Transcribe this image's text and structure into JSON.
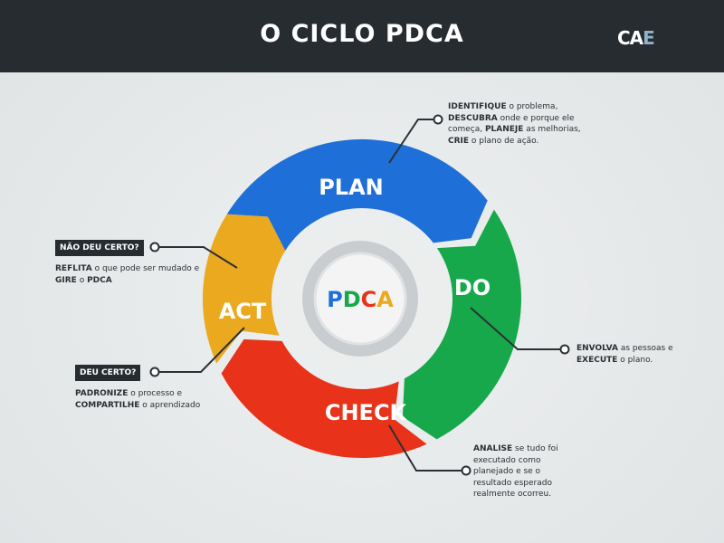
{
  "header": {
    "title": "O CICLO PDCA",
    "logo": "CAE"
  },
  "colors": {
    "plan": "#1f6fd8",
    "do": "#16a84a",
    "check": "#e8321a",
    "act": "#eaa91f",
    "header": "#272c31"
  },
  "center": {
    "letters": [
      {
        "t": "P",
        "c": "#1f6fd8"
      },
      {
        "t": "D",
        "c": "#16a84a"
      },
      {
        "t": "C",
        "c": "#e8321a"
      },
      {
        "t": "A",
        "c": "#eaa91f"
      }
    ]
  },
  "segments": {
    "plan": "PLAN",
    "do": "DO",
    "check": "CHECK",
    "act": "ACT"
  },
  "callouts": {
    "plan": {
      "b1": "IDENTIFIQUE",
      "t1": " o problema,",
      "b2": "DESCUBRA",
      "t2": " onde e porque ele começa, ",
      "b3": "PLANEJE",
      "t3": " as melhorias,",
      "b4": "CRIE",
      "t4": " o plano de ação."
    },
    "do": {
      "b1": "ENVOLVA",
      "t1": " as pessoas e",
      "b2": "EXECUTE",
      "t2": " o plano."
    },
    "check": {
      "b1": "ANALISE",
      "t1": " se tudo foi executado como planejado e se o resultado esperado realmente ocorreu."
    },
    "act_no": {
      "tag": "NÃO DEU CERTO?",
      "b1": "REFLITA",
      "t1": " o que pode ser mudado e ",
      "b2": "GIRE",
      "t2": " o ",
      "b3": "PDCA"
    },
    "act_yes": {
      "tag": "DEU CERTO?",
      "b1": "PADRONIZE",
      "t1": " o processo e",
      "b2": "COMPARTILHE",
      "t2": " o aprendizado"
    }
  }
}
